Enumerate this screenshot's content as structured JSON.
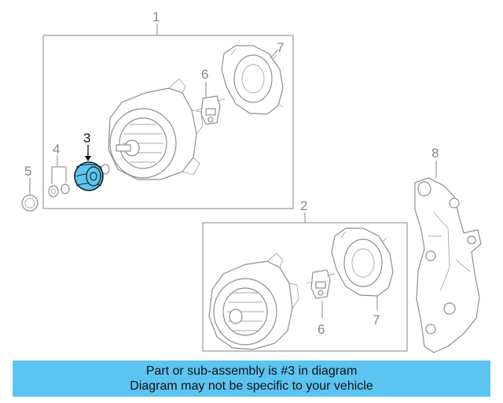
{
  "callouts": {
    "alternator_assembly_top": "1",
    "alternator_assembly_bottom": "2",
    "pulley": "3",
    "nut_washer": "4",
    "cover_cap": "5",
    "regulator_top": "6",
    "rear_cover_top": "7",
    "mounting_bracket": "8",
    "regulator_bottom": "6",
    "rear_cover_bottom": "7"
  },
  "colors": {
    "highlight_fill": "#5bc4f1",
    "banner_bg": "#5bc4f1",
    "line": "#9a9a9a"
  },
  "banner": {
    "line1": "Part or sub-assembly is #3 in diagram",
    "line2": "Diagram may not be specific to your vehicle"
  }
}
